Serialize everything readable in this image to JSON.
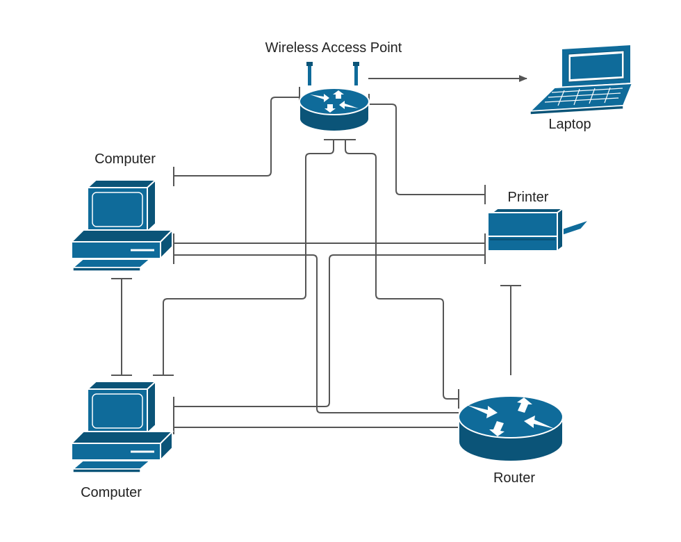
{
  "labels": {
    "wap": "Wireless Access Point",
    "laptop": "Laptop",
    "computer_top": "Computer",
    "printer": "Printer",
    "computer_bottom": "Computer",
    "router": "Router"
  },
  "colors": {
    "device": "#0f6b9a",
    "device_dark": "#0b5478",
    "wire": "#555555",
    "text": "#222222"
  },
  "icons": {
    "wap": "wireless-access-point-icon",
    "laptop": "laptop-icon",
    "computer": "desktop-computer-icon",
    "printer": "printer-icon",
    "router": "router-icon"
  }
}
